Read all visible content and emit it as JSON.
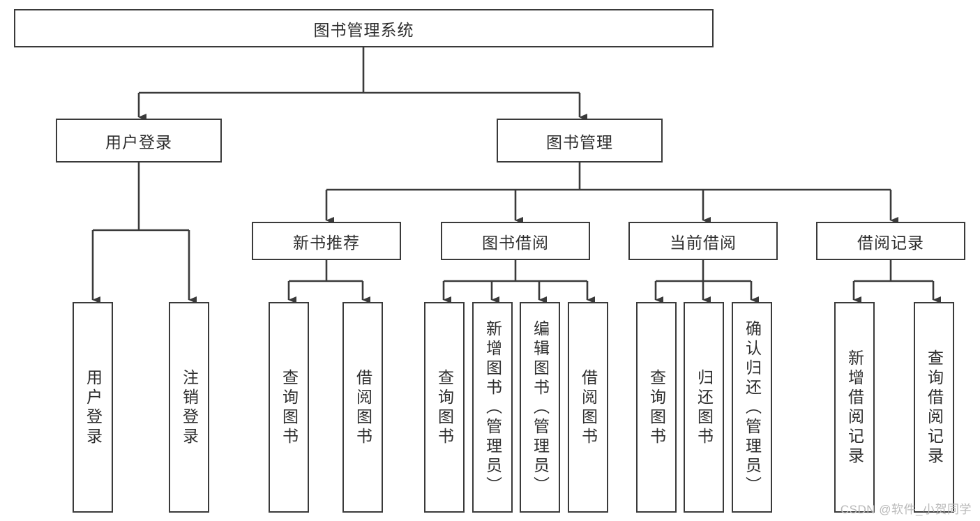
{
  "diagram": {
    "title": "图书管理系统",
    "type": "hierarchy-tree",
    "colors": {
      "background": "#ffffff",
      "box_border": "#3a3a3a",
      "connector": "#3a3a3a",
      "text": "#2e2e2e",
      "watermark": "#b9b9b9"
    },
    "root": {
      "label": "图书管理系统"
    },
    "level2": [
      {
        "label": "用户登录"
      },
      {
        "label": "图书管理"
      }
    ],
    "level3": [
      {
        "label": "新书推荐"
      },
      {
        "label": "图书借阅"
      },
      {
        "label": "当前借阅"
      },
      {
        "label": "借阅记录"
      }
    ],
    "leaves": {
      "user_login": [
        {
          "label": "用户登录"
        },
        {
          "label": "注销登录"
        }
      ],
      "new_book_recommend": [
        {
          "label": "查询图书"
        },
        {
          "label": "借阅图书"
        }
      ],
      "book_borrow": [
        {
          "label": "查询图书"
        },
        {
          "label": "新增图书（管理员）"
        },
        {
          "label": "编辑图书（管理员）"
        },
        {
          "label": "借阅图书"
        }
      ],
      "current_borrow": [
        {
          "label": "查询图书"
        },
        {
          "label": "归还图书"
        },
        {
          "label": "确认归还（管理员）"
        }
      ],
      "borrow_record": [
        {
          "label": "新增借阅记录"
        },
        {
          "label": "查询借阅记录"
        }
      ]
    }
  },
  "watermark": {
    "text": "CSDN @软件_小贺同学"
  }
}
